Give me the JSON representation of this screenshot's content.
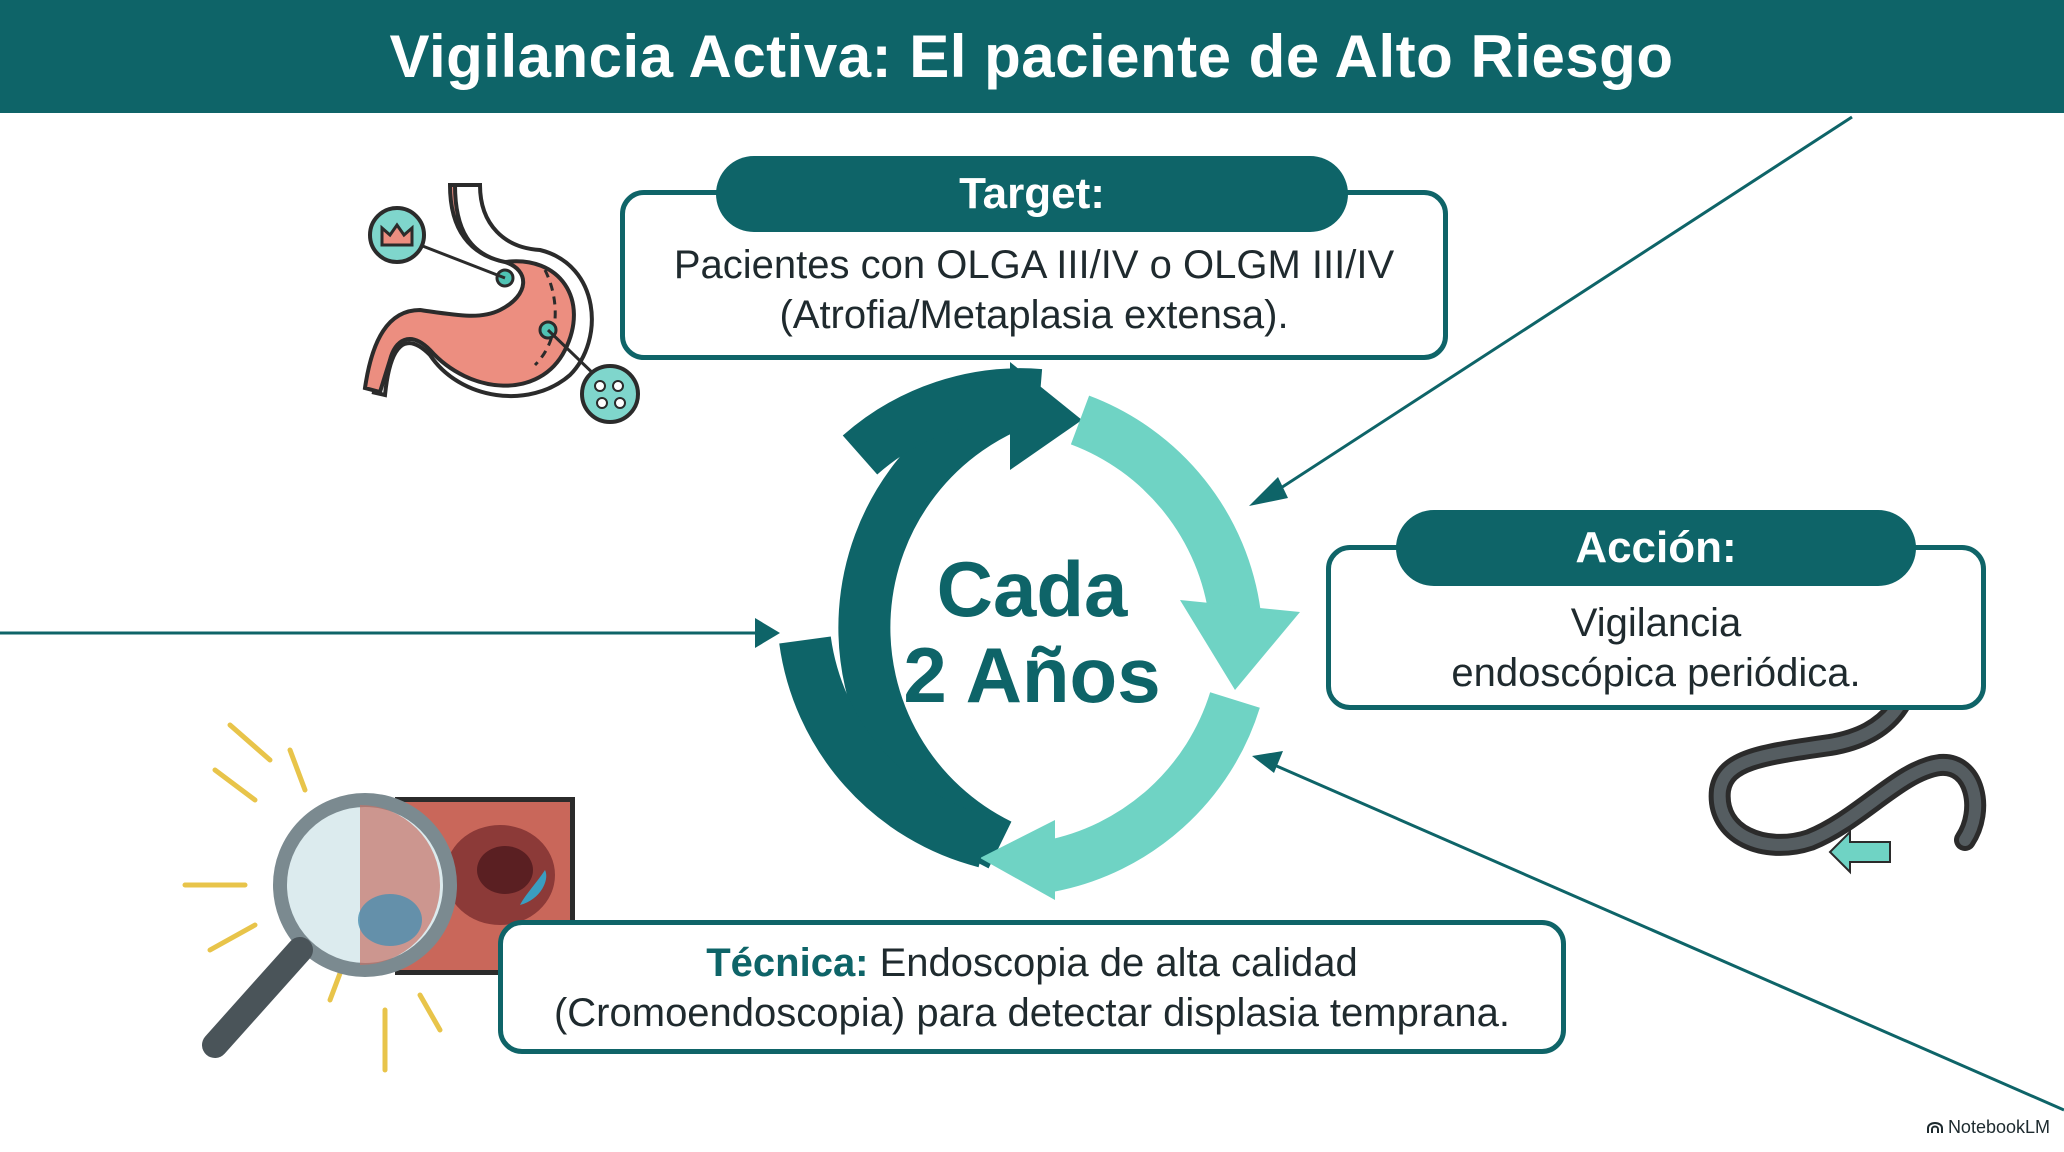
{
  "title": "Vigilancia Activa: El paciente de Alto Riesgo",
  "target": {
    "label": "Target:",
    "line1": "Pacientes con OLGA III/IV o OLGM III/IV",
    "line2": "(Atrofia/Metaplasia extensa)."
  },
  "cycle": {
    "line1": "Cada",
    "line2": "2 Años"
  },
  "accion": {
    "label": "Acción:",
    "line1": "Vigilancia",
    "line2": "endoscópica periódica."
  },
  "tecnica": {
    "label": "Técnica:",
    "line1_rest": " Endoscopia de alta calidad",
    "line2": "(Cromoendoscopia) para detectar displasia temprana."
  },
  "brand": "NotebookLM",
  "icons": [
    "stomach-icon",
    "cell-icon",
    "magnifier-icon",
    "endoscope-icon"
  ],
  "colors": {
    "teal_dark": "#0e6468",
    "teal_light": "#6fd3c4",
    "stomach": "#ec8e80",
    "accent_yellow": "#e8c44a"
  }
}
